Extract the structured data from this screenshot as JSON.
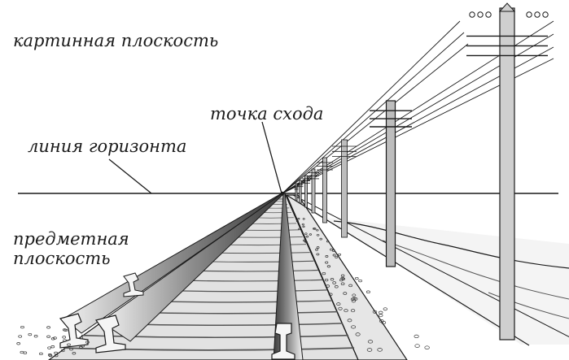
{
  "labels": {
    "picture_plane": "картинная плоскость",
    "horizon_line": "линия горизонта",
    "vanishing_point": "точка схода",
    "object_plane_line1": "предметная",
    "object_plane_line2": "плоскость"
  },
  "colors": {
    "ink": "#1a1a1a",
    "paper": "#ffffff",
    "shade": "#9a9a9a",
    "light_shade": "#d4d4d4"
  }
}
